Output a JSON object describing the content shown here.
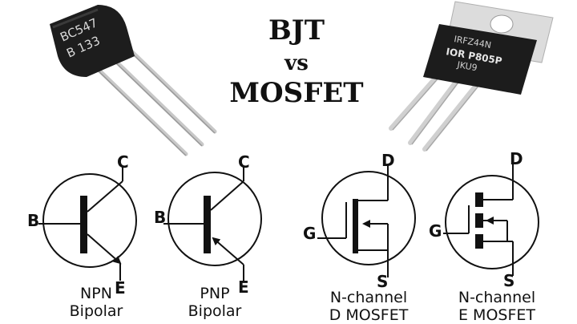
{
  "title": {
    "line1": "BJT",
    "line2": "vs",
    "line3": "MOSFET"
  },
  "photos": {
    "bjt_marking_1": "BC547",
    "bjt_marking_2": "B 133",
    "mosfet_marking_1": "IRFZ44N",
    "mosfet_marking_2": "IOR P805P",
    "mosfet_marking_3": "JKU9"
  },
  "symbols": [
    {
      "id": "npn",
      "pins": {
        "base": "B",
        "collector": "C",
        "emitter": "E"
      },
      "caption": [
        "NPN",
        "Bipolar"
      ]
    },
    {
      "id": "pnp",
      "pins": {
        "base": "B",
        "collector": "C",
        "emitter": "E"
      },
      "caption": [
        "PNP",
        "Bipolar"
      ]
    },
    {
      "id": "nd",
      "pins": {
        "gate": "G",
        "drain": "D",
        "source": "S"
      },
      "caption": [
        "N-channel",
        "D MOSFET"
      ]
    },
    {
      "id": "ne",
      "pins": {
        "gate": "G",
        "drain": "D",
        "source": "S"
      },
      "caption": [
        "N-channel",
        "E MOSFET"
      ]
    }
  ],
  "colors": {
    "ink": "#111111",
    "photo_black": "#1c1c1c",
    "metal_tab": "#d9d9d9",
    "lead": "#c9c9c9"
  }
}
